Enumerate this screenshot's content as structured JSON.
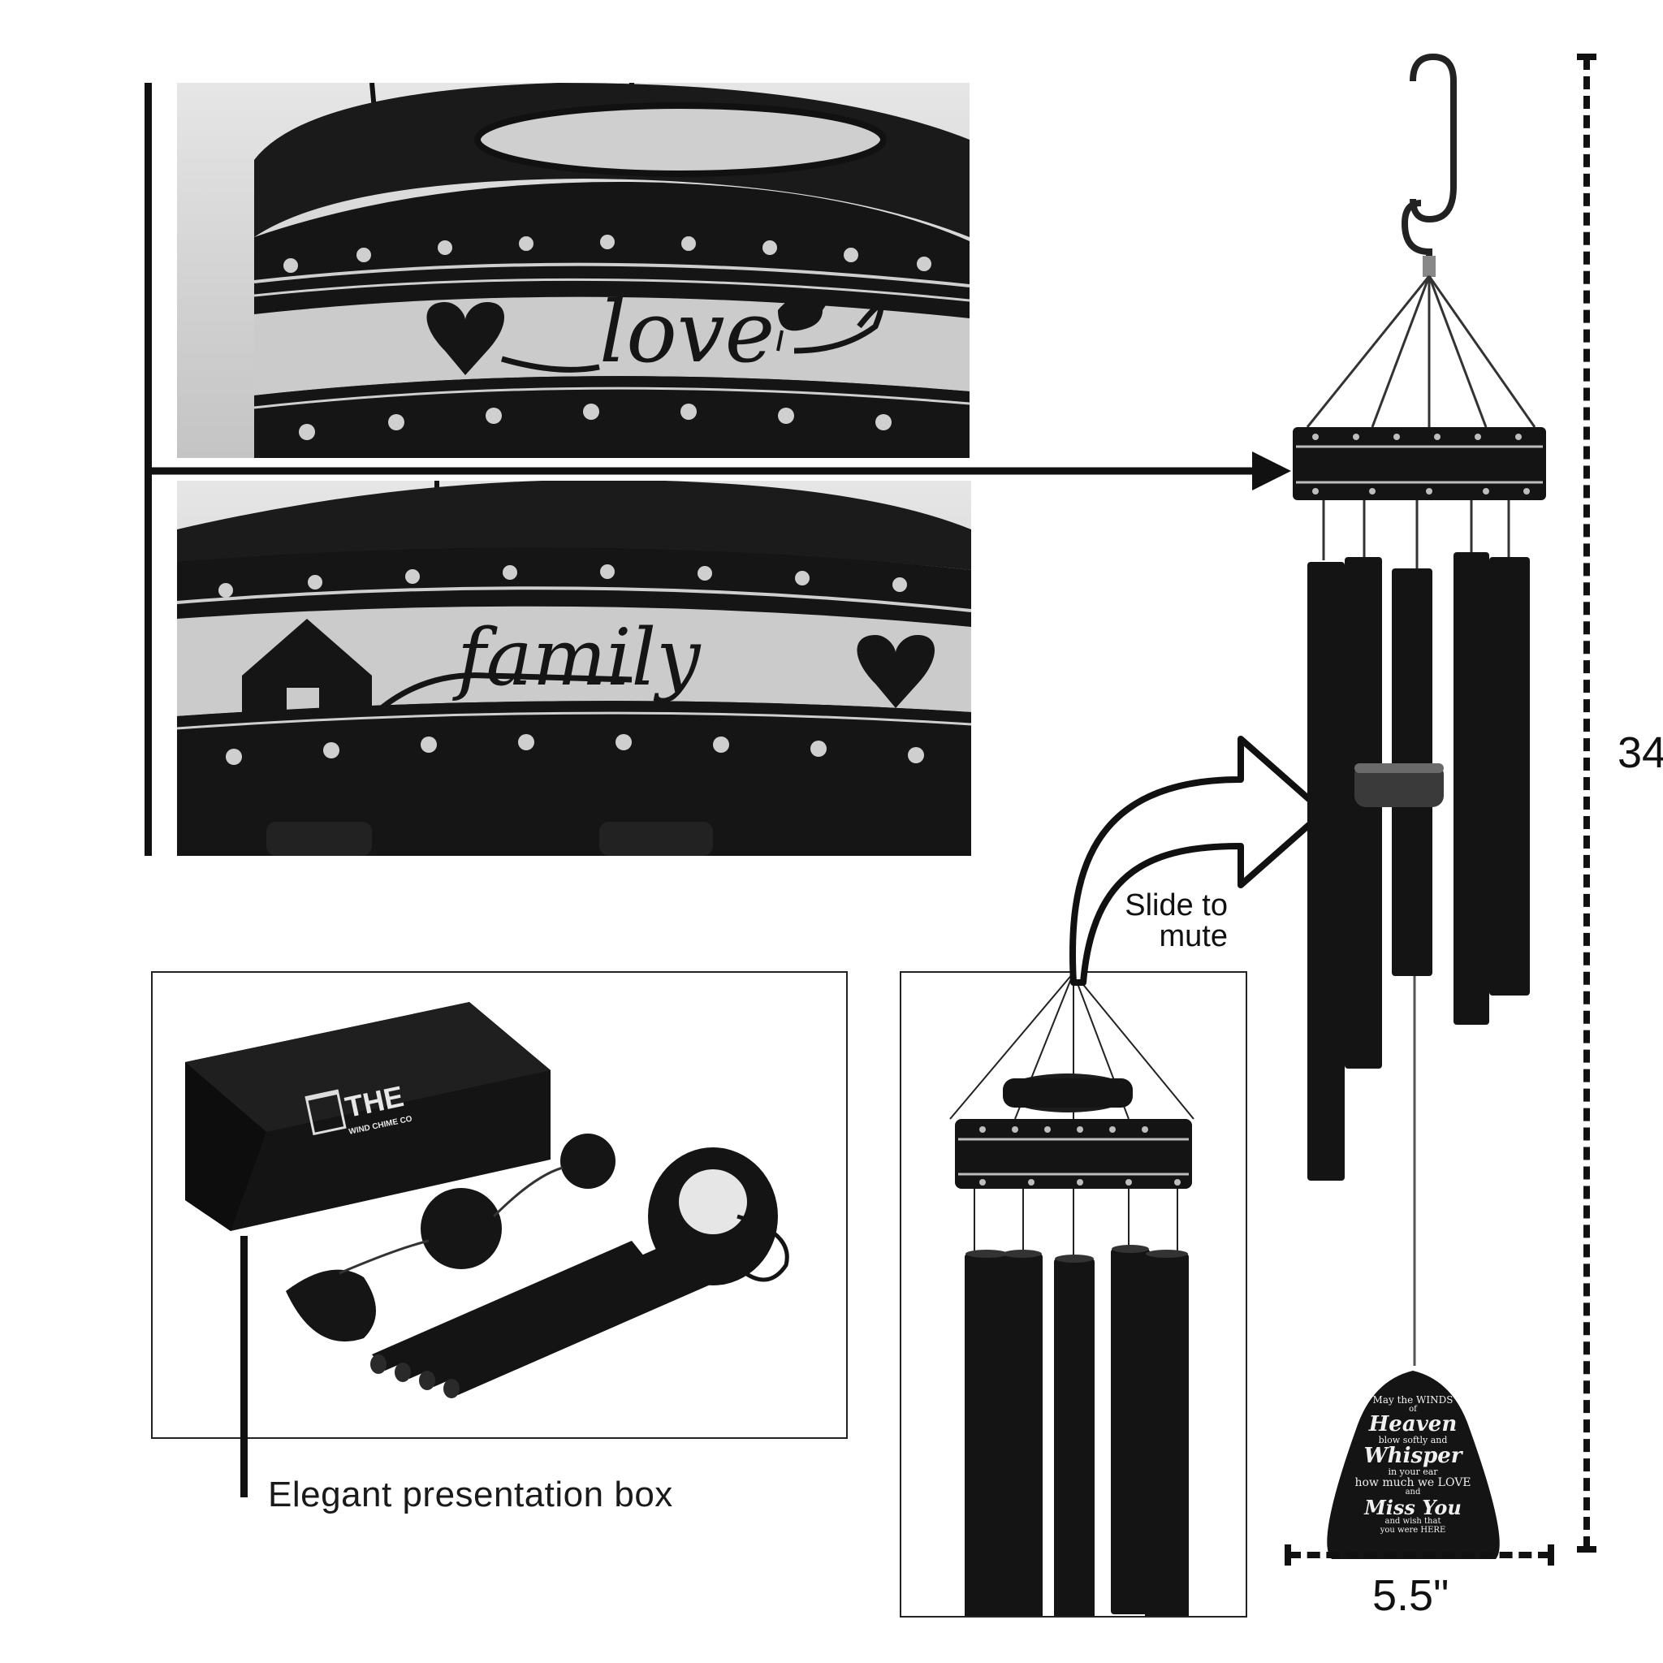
{
  "closeups": [
    {
      "word": "love"
    },
    {
      "word": "family"
    }
  ],
  "slide_label": {
    "line1": "Slide to",
    "line2": "mute"
  },
  "box": {
    "caption": "Elegant presentation box",
    "brand_name": "THE",
    "brand_sub": "WIND CHIME CO"
  },
  "sail_verse": {
    "line1": "May the WINDS",
    "line2": "of",
    "line3": "Heaven",
    "line4": "blow softly and",
    "line5": "Whisper",
    "line6": "in your ear",
    "line7": "how much we LOVE",
    "line8": "and",
    "line9": "Miss You",
    "line10": "and wish that",
    "line11": "you were HERE"
  },
  "dimensions": {
    "width": "5.5\"",
    "height_partial": "34"
  },
  "colors": {
    "metal": "#141414",
    "background": "#ffffff",
    "photo_bg": "#d6d6d6"
  }
}
